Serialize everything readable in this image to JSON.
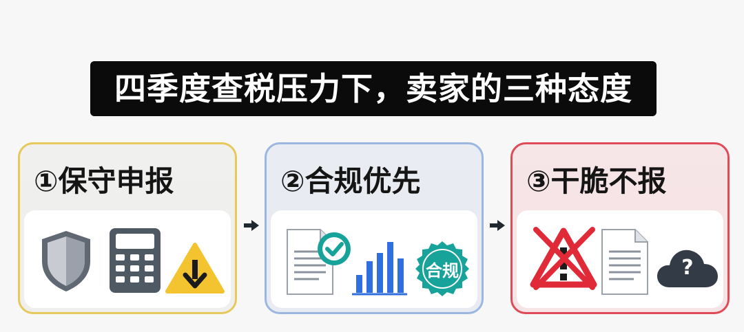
{
  "title": "四季度查税压力下，卖家的三种态度",
  "cards": [
    {
      "heading": "①保守申报",
      "border_color": "#e8c85a",
      "icons": [
        "shield-icon",
        "calculator-icon",
        "warning-down-arrow-icon"
      ]
    },
    {
      "heading": "②合规优先",
      "border_color": "#9bb6e0",
      "icons": [
        "document-check-icon",
        "bar-chart-icon",
        "compliance-seal-icon"
      ],
      "seal_text": "合规"
    },
    {
      "heading": "③干脆不报",
      "border_color": "#df4a57",
      "icons": [
        "crossed-warning-icon",
        "document-icon",
        "cloud-question-icon"
      ],
      "cloud_text": "?"
    }
  ],
  "colors": {
    "dark": "#0b0b0b",
    "blue": "#2f6fe0",
    "teal": "#17a39a",
    "red": "#e02a38",
    "yellow": "#f4c430"
  }
}
